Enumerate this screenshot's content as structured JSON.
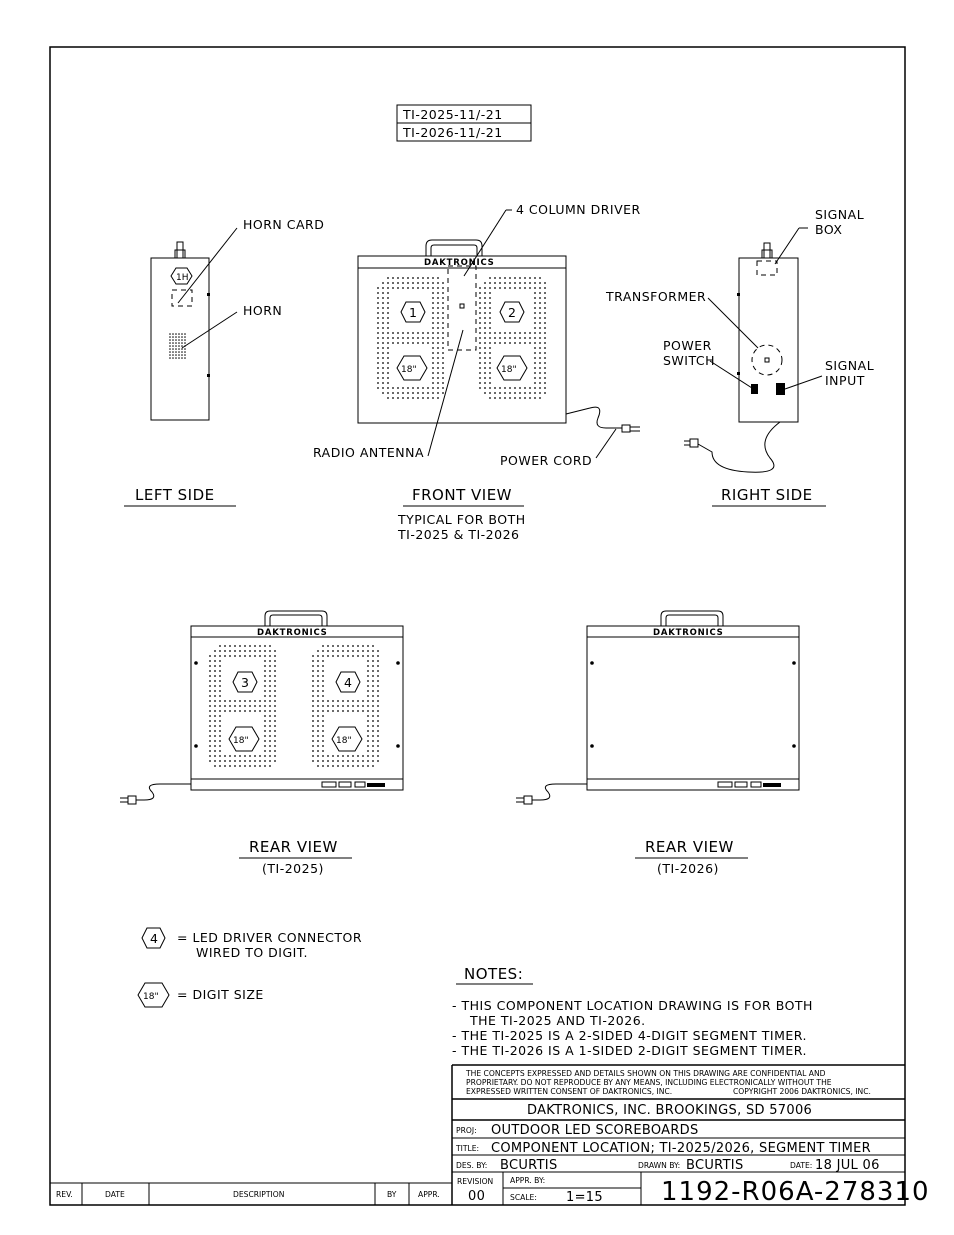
{
  "models": [
    "TI-2025-11/-21",
    "TI-2026-11/-21"
  ],
  "callouts": {
    "horn_card": "HORN CARD",
    "horn": "HORN",
    "column_driver": "4 COLUMN DRIVER",
    "radio_antenna": "RADIO ANTENNA",
    "power_cord": "POWER CORD",
    "signal_box_1": "SIGNAL",
    "signal_box_2": "BOX",
    "transformer": "TRANSFORMER",
    "power_switch_1": "POWER",
    "power_switch_2": "SWITCH",
    "signal_input_1": "SIGNAL",
    "signal_input_2": "INPUT"
  },
  "brand": "DAKTRONICS",
  "tags": {
    "horn_card_tag": "1H",
    "digit_1": "1",
    "digit_2": "2",
    "digit_3": "3",
    "digit_4": "4",
    "size": "18\""
  },
  "views": {
    "left_side": "LEFT SIDE",
    "front_view": "FRONT VIEW",
    "front_note_1": "TYPICAL FOR BOTH",
    "front_note_2": "TI-2025 & TI-2026",
    "right_side": "RIGHT SIDE",
    "rear_view_a": "REAR VIEW",
    "rear_model_a": "(TI-2025)",
    "rear_view_b": "REAR VIEW",
    "rear_model_b": "(TI-2026)"
  },
  "legend": {
    "connector_symbol": "4",
    "connector_text_1": "= LED DRIVER CONNECTOR",
    "connector_text_2": "WIRED TO DIGIT.",
    "size_symbol": "18\"",
    "size_text": "= DIGIT SIZE"
  },
  "notes": {
    "heading": "NOTES:",
    "line_1": "- THIS COMPONENT LOCATION DRAWING IS FOR BOTH",
    "line_2": "THE TI-2025 AND TI-2026.",
    "line_3": "- THE TI-2025 IS A 2-SIDED 4-DIGIT SEGMENT TIMER.",
    "line_4": "- THE TI-2026 IS A 1-SIDED 2-DIGIT SEGMENT TIMER."
  },
  "title_block": {
    "confidential_1": "THE CONCEPTS EXPRESSED AND DETAILS SHOWN ON THIS DRAWING ARE CONFIDENTIAL AND",
    "confidential_2": "PROPRIETARY. DO NOT REPRODUCE BY ANY MEANS, INCLUDING ELECTRONICALLY WITHOUT THE",
    "confidential_3": "EXPRESSED WRITTEN CONSENT OF DAKTRONICS, INC.",
    "copyright": "COPYRIGHT 2006 DAKTRONICS, INC.",
    "company": "DAKTRONICS, INC.   BROOKINGS, SD 57006",
    "proj_label": "PROJ:",
    "proj_value": "OUTDOOR LED SCOREBOARDS",
    "title_label": "TITLE:",
    "title_value": "COMPONENT LOCATION; TI-2025/2026, SEGMENT TIMER",
    "des_label": "DES. BY:",
    "des_value": "BCURTIS",
    "drawn_label": "DRAWN BY:",
    "drawn_value": "BCURTIS",
    "date_label": "DATE:",
    "date_value": "18 JUL 06",
    "revision_label": "REVISION",
    "revision_value": "00",
    "appr_label": "APPR. BY:",
    "scale_label": "SCALE:",
    "scale_value": "1=15",
    "drawing_number": "1192-R06A-278310"
  },
  "revision_table": {
    "rev": "REV.",
    "date": "DATE",
    "description": "DESCRIPTION",
    "by": "BY",
    "appr": "APPR."
  }
}
